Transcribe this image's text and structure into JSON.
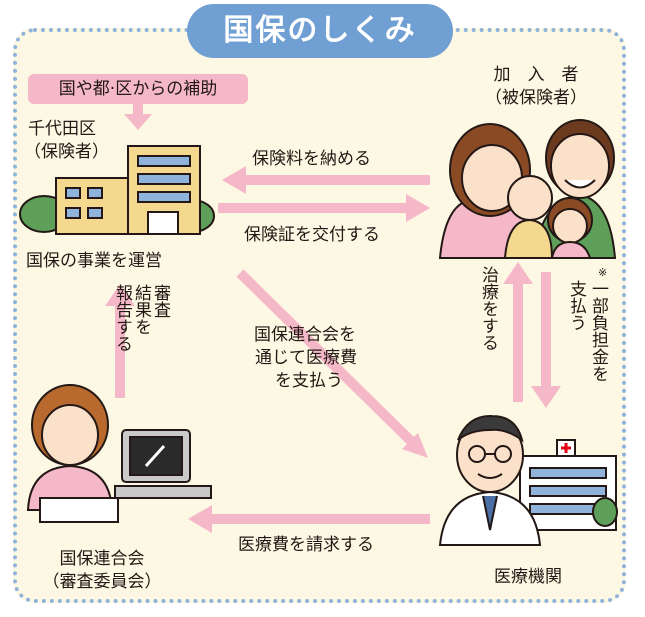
{
  "title": "国保のしくみ",
  "subsidy": "国や都·区からの補助",
  "insurer": {
    "name": "千代田区",
    "role": "（保険者）",
    "caption": "国保の事業を運営"
  },
  "members": {
    "name": "加　入　者",
    "role": "（被保険者）"
  },
  "federation": {
    "name": "国保連合会",
    "role": "（審査委員会）"
  },
  "medical": {
    "name": "医療機関"
  },
  "flows": {
    "pay_premium": "保険料を納める",
    "issue_card": "保険証を交付する",
    "federation_pays": [
      "国保連合会を",
      "通じて医療費",
      "を支払う"
    ],
    "claim": "医療費を請求する",
    "report": [
      "審査",
      "結果を",
      "報告する"
    ],
    "treat": "治療をする",
    "copay": [
      "一部負担金を",
      "支払う"
    ],
    "copay_mark": "※"
  },
  "colors": {
    "title_bg": "#6f9fd3",
    "border": "#8fb3da",
    "panel_bg": "#fdf8e3",
    "arrow": "#f5b8c8",
    "subsidy_bg": "#f5b8c8"
  }
}
